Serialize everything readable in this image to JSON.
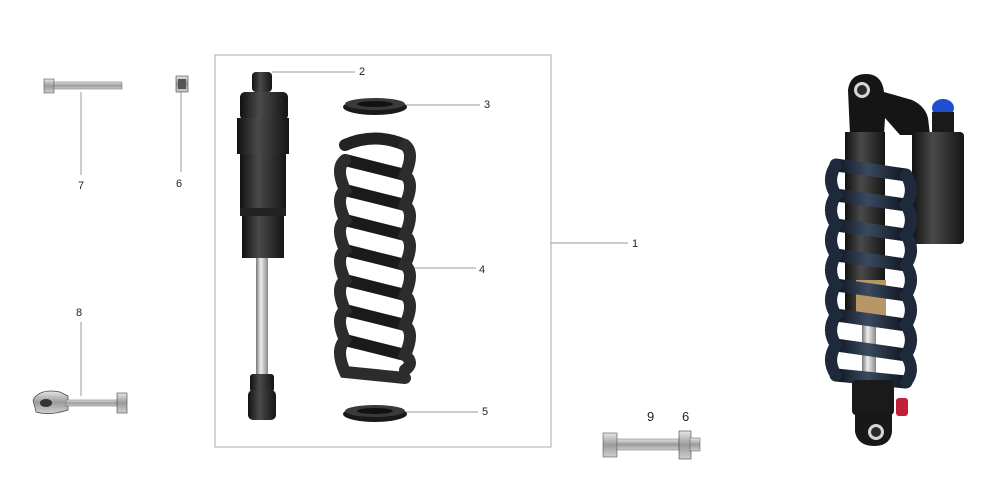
{
  "callouts": {
    "assembly": "1",
    "shock_body": "2",
    "upper_spring_seat": "3",
    "coil_spring": "4",
    "lower_spring_seat": "5",
    "nut_top": "6",
    "bolt_top": "7",
    "clevis_bolt": "8",
    "bolt_bottom": "9",
    "nut_bottom": "6"
  },
  "colors": {
    "part_dark": "#2b2b2b",
    "part_metal": "#b8b8b8",
    "photo_spring": "#1e2a3c",
    "photo_adjuster_blue": "#1f4fd0",
    "photo_adjuster_red": "#c0203a",
    "frame_line": "#aaaaaa"
  }
}
